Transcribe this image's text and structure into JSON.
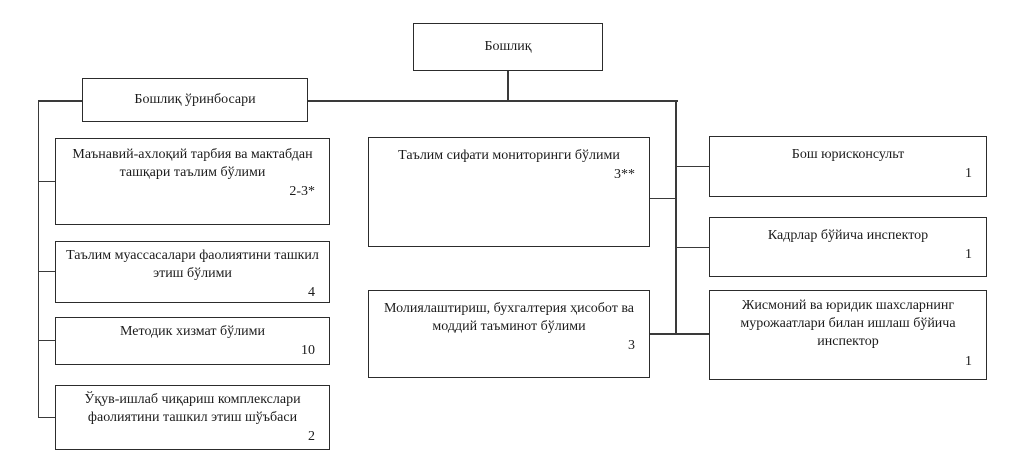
{
  "chart_title": "",
  "colors": {
    "background": "#ffffff",
    "line": "#3a3a3a",
    "box_border": "#2c2c2c",
    "text": "#1b1b1b"
  },
  "nodes": {
    "root": {
      "label": "Бошлиқ"
    },
    "deputy": {
      "label": "Бошлиқ ўринбосари"
    },
    "left": [
      {
        "label": "Маънавий-ахлоқий тарбия ва мактабдан ташқари таълим бўлими",
        "count": "2-3*"
      },
      {
        "label": "Таълим муассасалари фаолиятини ташкил этиш бўлими",
        "count": "4"
      },
      {
        "label": "Методик хизмат бўлими",
        "count": "10"
      },
      {
        "label": "Ўқув-ишлаб чиқариш комплекслари фаолиятини ташкил этиш шўъбаси",
        "count": "2"
      }
    ],
    "middle": [
      {
        "label": "Таълим сифати мониторинги бўлими",
        "count": "3**"
      },
      {
        "label": "Молиялаштириш, бухгалтерия ҳисобот ва моддий таъминот бўлими",
        "count": "3"
      }
    ],
    "right": [
      {
        "label": "Бош юрисконсульт",
        "count": "1"
      },
      {
        "label": "Кадрлар бўйича инспектор",
        "count": "1"
      },
      {
        "label": "Жисмоний ва юридик шахсларнинг мурожаатлари билан ишлаш бўйича инспектор",
        "count": "1"
      }
    ]
  }
}
